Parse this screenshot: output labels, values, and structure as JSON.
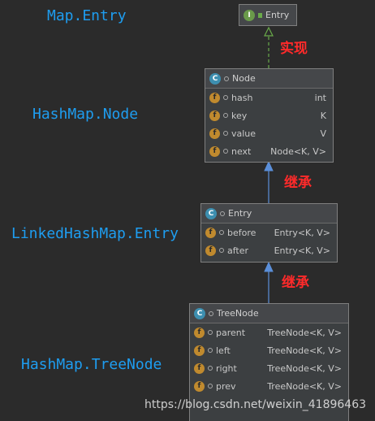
{
  "side_labels": {
    "map_entry": "Map.Entry",
    "hashmap_node": "HashMap.Node",
    "linked_entry": "LinkedHashMap.Entry",
    "tree_node": "HashMap.TreeNode"
  },
  "relations": {
    "implements": "实现",
    "extends_1": "继承",
    "extends_2": "继承"
  },
  "boxes": {
    "entry_interface": {
      "title": "Entry",
      "icon": "interface-icon",
      "icon_letter": "I"
    },
    "node": {
      "title": "Node",
      "icon": "class-icon",
      "icon_letter": "C",
      "fields": [
        {
          "name": "hash",
          "type": "int"
        },
        {
          "name": "key",
          "type": "K"
        },
        {
          "name": "value",
          "type": "V"
        },
        {
          "name": "next",
          "type": "Node<K, V>"
        }
      ]
    },
    "entry_class": {
      "title": "Entry",
      "icon": "class-icon",
      "icon_letter": "C",
      "fields": [
        {
          "name": "before",
          "type": "Entry<K, V>"
        },
        {
          "name": "after",
          "type": "Entry<K, V>"
        }
      ]
    },
    "tree_node": {
      "title": "TreeNode",
      "icon": "class-icon",
      "icon_letter": "C",
      "fields": [
        {
          "name": "parent",
          "type": "TreeNode<K, V>"
        },
        {
          "name": "left",
          "type": "TreeNode<K, V>"
        },
        {
          "name": "right",
          "type": "TreeNode<K, V>"
        },
        {
          "name": "prev",
          "type": "TreeNode<K, V>"
        }
      ]
    }
  },
  "field_icon_letter": "f",
  "watermark": "https://blog.csdn.net/weixin_41896463",
  "colors": {
    "background": "#2b2b2b",
    "side_label": "#1e9df0",
    "relation_label": "#ff2a2a",
    "extends_arrow": "#5b8fd9",
    "implements_arrow": "#6aaa4a"
  }
}
